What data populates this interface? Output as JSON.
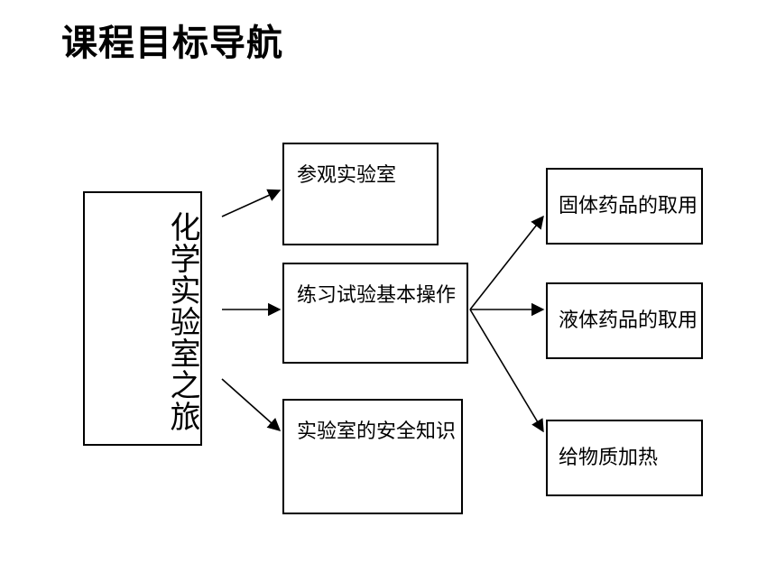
{
  "title": "课程目标导航",
  "root": {
    "label": "化学实验室之旅"
  },
  "branches": [
    {
      "label": "参观实验室"
    },
    {
      "label": "练习试验基本操作"
    },
    {
      "label": "实验室的安全知识"
    }
  ],
  "sub_branches": [
    {
      "label": "固体药品的取用"
    },
    {
      "label": "液体药品的取用"
    },
    {
      "label": "给物质加热"
    }
  ]
}
